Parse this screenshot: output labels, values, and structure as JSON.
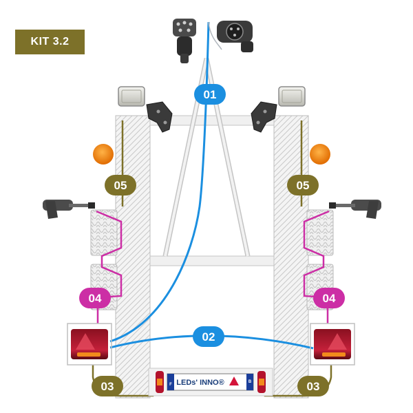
{
  "kit": {
    "label": "KIT 3.2"
  },
  "labels": {
    "cable_01": "01",
    "cable_02": "02",
    "cable_03_left": "03",
    "cable_03_right": "03",
    "cable_04_left": "04",
    "cable_04_right": "04",
    "cable_05_left": "05",
    "cable_05_right": "05"
  },
  "plate": {
    "text": "LEDs' INNO®",
    "badge_left": "F",
    "badge_right": "B"
  },
  "colors": {
    "blue": "#1b8fe0",
    "olive": "#7d7129",
    "magenta": "#cc2ea5",
    "orange": "#f28a1c",
    "red": "#b3122c"
  }
}
